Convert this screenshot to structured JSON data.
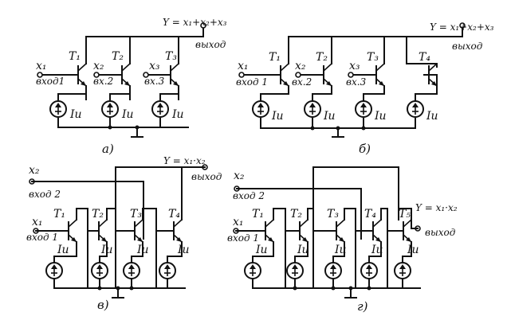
{
  "panels": {
    "a": {
      "caption": "а)",
      "formula": "Y = x₁+x₂+x₃",
      "output": "выход",
      "inputs": [
        {
          "var": "x₁",
          "label": "вход1"
        },
        {
          "var": "x₂",
          "label": "вх.2"
        },
        {
          "var": "x₃",
          "label": "вх.3"
        }
      ],
      "transistors": [
        "T₁",
        "T₂",
        "T₃"
      ],
      "source_label": "Iи"
    },
    "b": {
      "caption": "б)",
      "formula": "Y = x₁+x₂+x₃",
      "output": "выход",
      "inputs": [
        {
          "var": "x₁",
          "label": "вход 1"
        },
        {
          "var": "x₂",
          "label": "вх.2"
        },
        {
          "var": "x₃",
          "label": "вх.3"
        }
      ],
      "transistors": [
        "T₁",
        "T₂",
        "T₃",
        "T₄"
      ],
      "source_label": "Iи"
    },
    "v": {
      "caption": "в)",
      "formula": "Y = x₁·x₂",
      "output": "выход",
      "inputs": [
        {
          "var": "x₂",
          "label": "вход 2"
        },
        {
          "var": "x₁",
          "label": "вход 1"
        }
      ],
      "transistors": [
        "T₁",
        "T₂",
        "T₃",
        "T₄"
      ],
      "source_label": "Iи"
    },
    "g": {
      "caption": "г)",
      "formula": "Y = x₁·x₂",
      "output": "выход",
      "inputs": [
        {
          "var": "x₂",
          "label": "вход 2"
        },
        {
          "var": "x₁",
          "label": "вход 1"
        }
      ],
      "transistors": [
        "T₁",
        "T₂",
        "T₃",
        "T₄",
        "T₅"
      ],
      "source_label": "Iи"
    }
  }
}
